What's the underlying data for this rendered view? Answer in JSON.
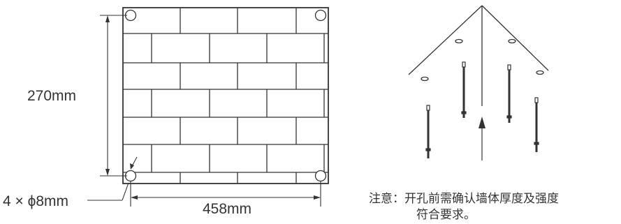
{
  "labels": {
    "height": "270mm",
    "width": "458mm",
    "holes": "4 × ϕ8mm"
  },
  "note": {
    "line1": "注意：开孔前需确认墙体厚度及强度",
    "line2": "符合要求。"
  },
  "colors": {
    "line": "#333333",
    "background": "#ffffff"
  }
}
